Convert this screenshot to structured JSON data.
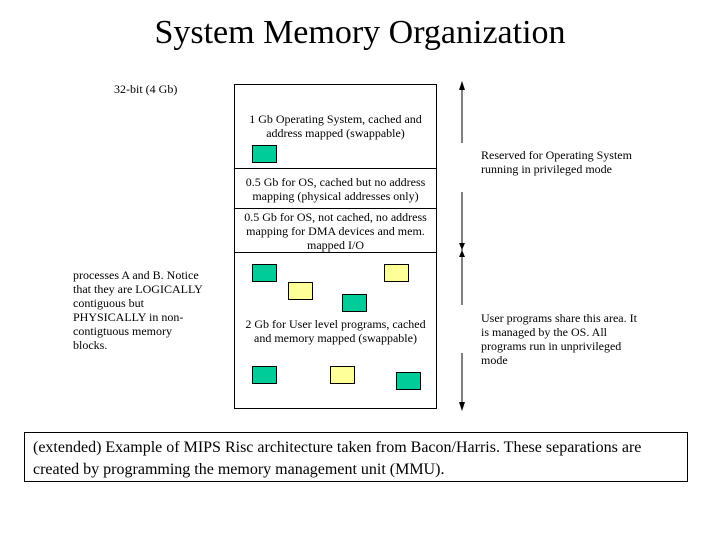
{
  "title": "System Memory Organization",
  "address_label": "32-bit (4 Gb)",
  "segments": [
    "1 Gb Operating System, cached and address mapped (swappable)",
    "0.5 Gb for OS, cached but no address mapping (physical addresses only)",
    "0.5 Gb for OS, not cached, no address mapping for DMA devices and mem. mapped I/O",
    "2 Gb for User level programs, cached and memory mapped (swappable)"
  ],
  "left_note": "processes A and B. Notice that they are LOGICALLY contiguous but PHYSICALLY in non-contigtuous memory blocks.",
  "right_notes": {
    "os": "Reserved for Operating System running in privileged mode",
    "user": "User programs share this area. It is managed by the OS. All programs run in unprivileged mode"
  },
  "caption": "(extended) Example of MIPS Risc architecture taken from Bacon/Harris. These separations are created by programming the memory management unit (MMU).",
  "colors": {
    "process_a": "#00CC99",
    "process_b": "#FFFF99"
  }
}
